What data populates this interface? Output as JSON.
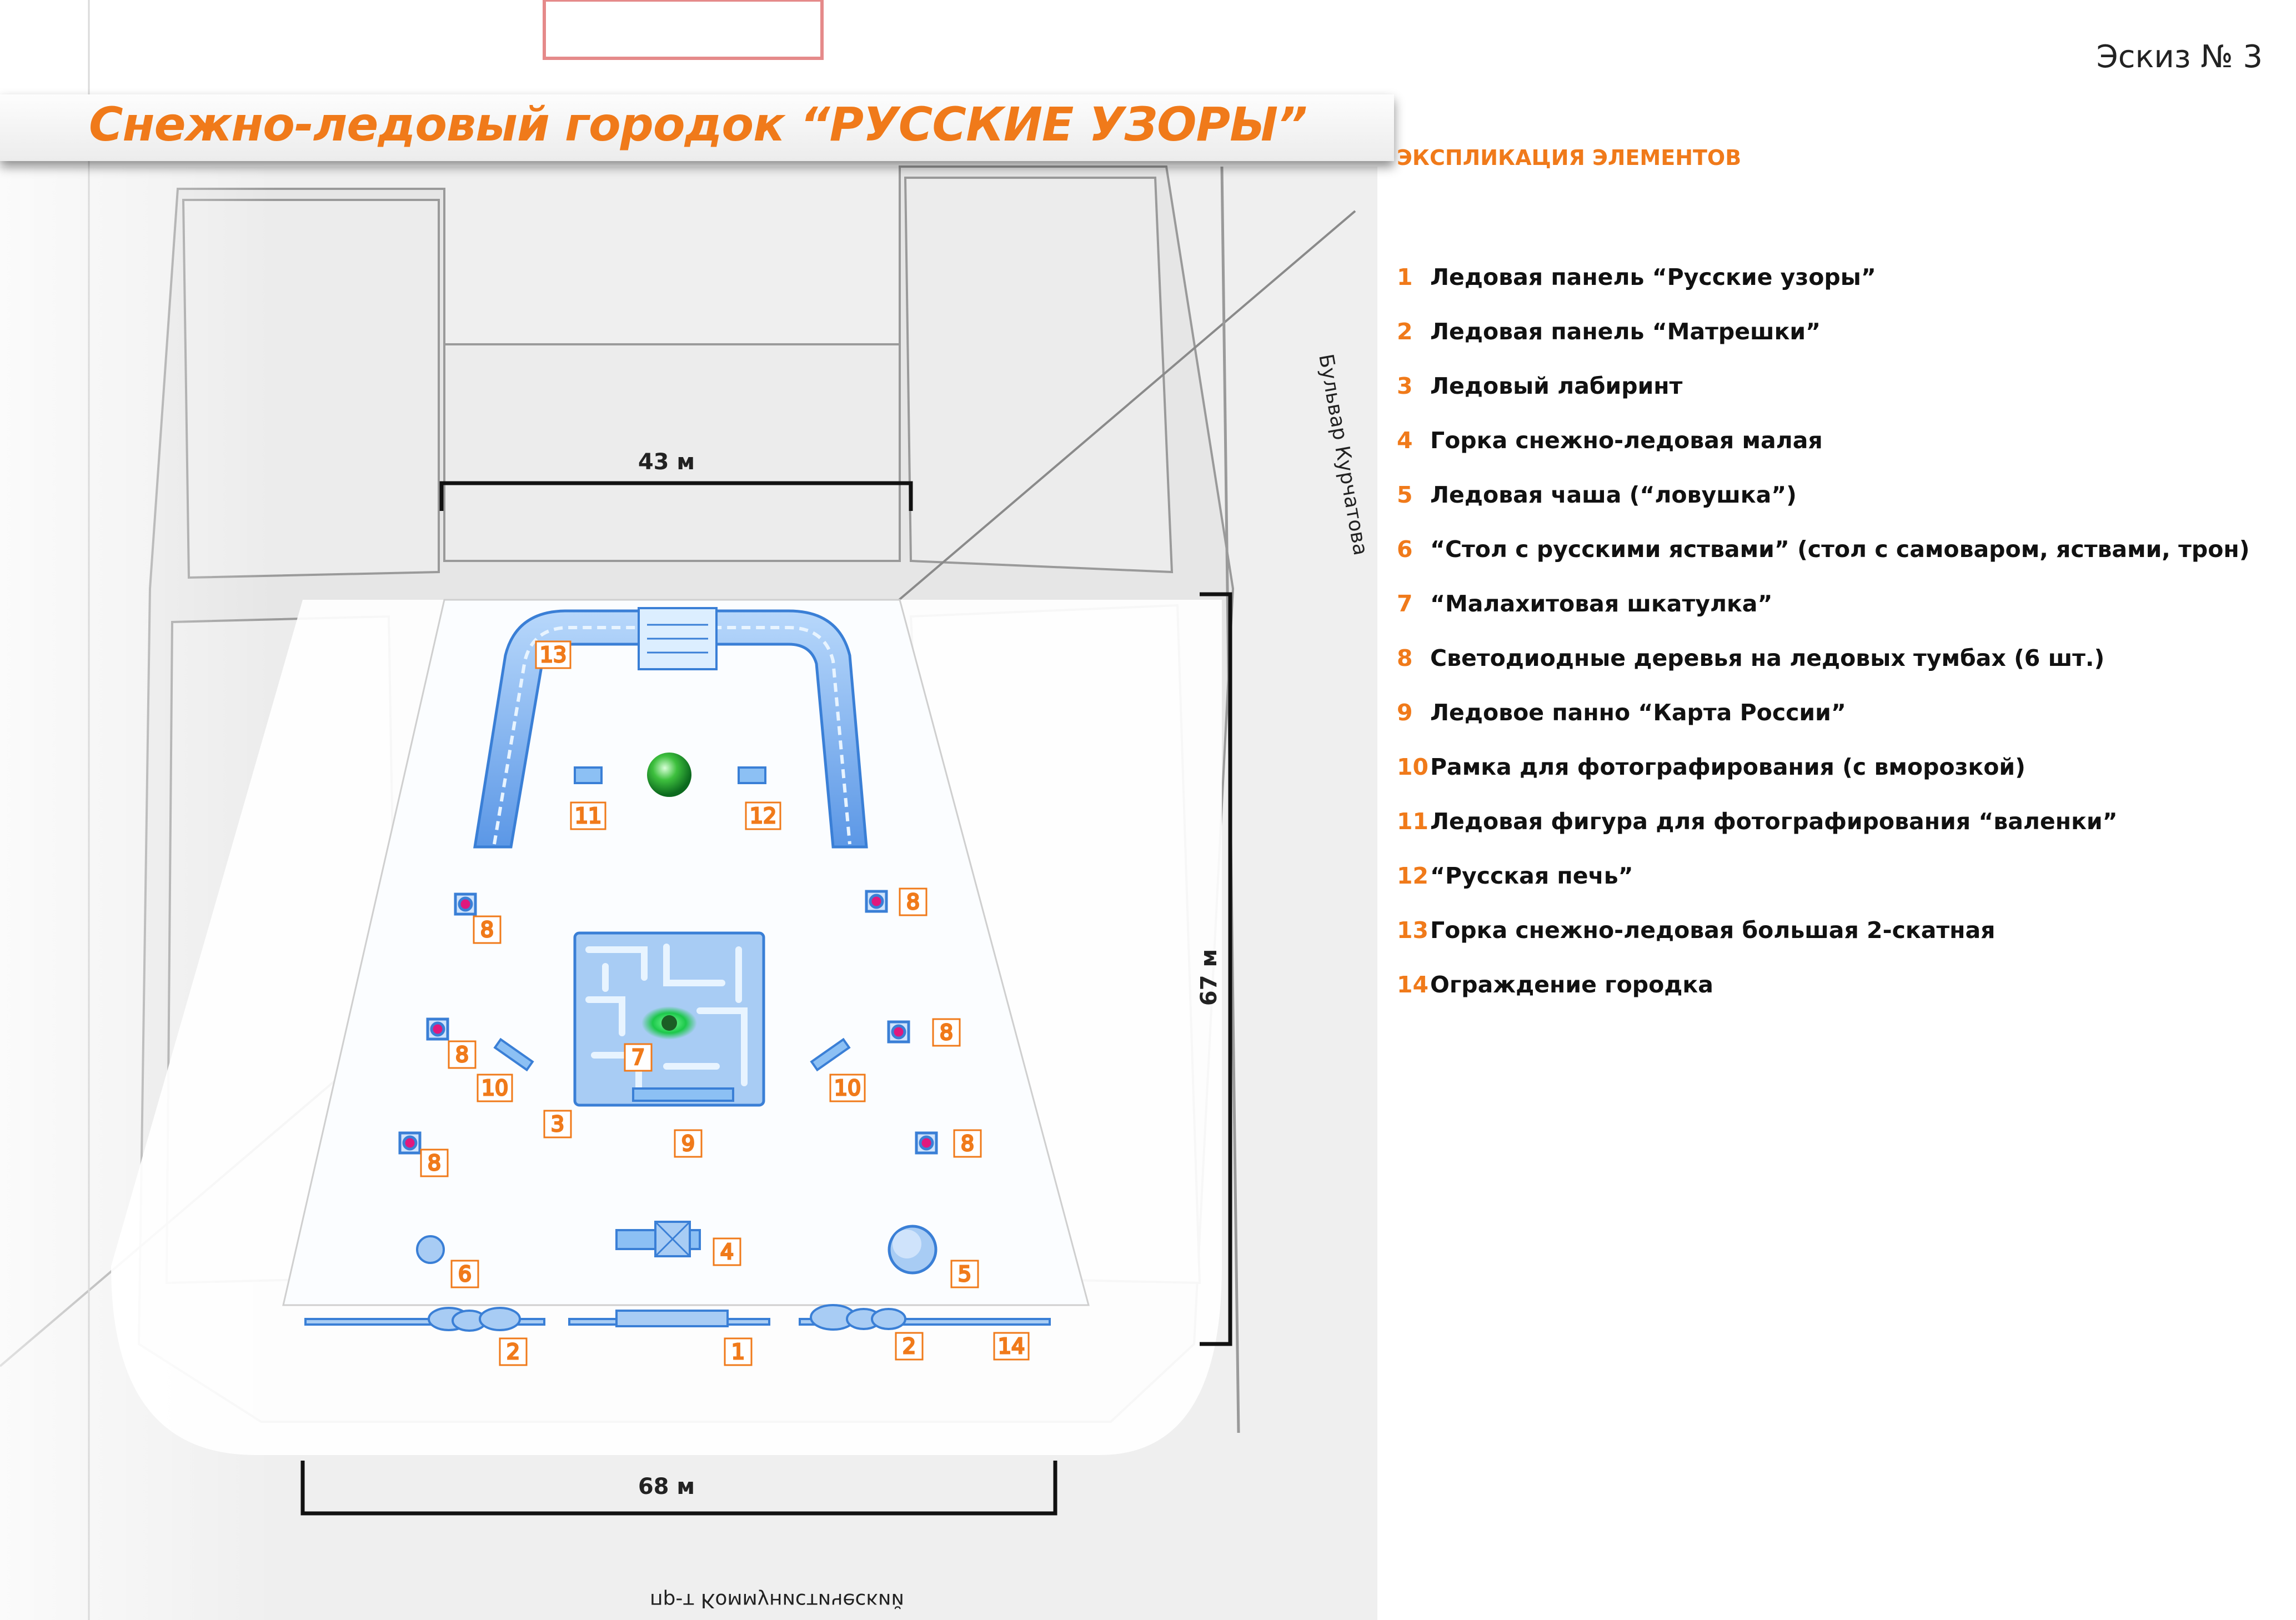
{
  "sketch_label": "Эскиз № 3",
  "title": "Снежно-ледовый городок “РУССКИЕ УЗОРЫ”",
  "legend": {
    "heading": "ЭКСПЛИКАЦИЯ ЭЛЕМЕНТОВ",
    "items": [
      {
        "num": "1",
        "text": "Ледовая панель “Русские узоры”"
      },
      {
        "num": "2",
        "text": "Ледовая панель “Матрешки”"
      },
      {
        "num": "3",
        "text": "Ледовый лабиринт"
      },
      {
        "num": "4",
        "text": "Горка снежно-ледовая малая"
      },
      {
        "num": "5",
        "text": "Ледовая чаша (“ловушка”)"
      },
      {
        "num": "6",
        "text": "“Стол с русскими яствами” (стол с самоваром, яствами, трон)"
      },
      {
        "num": "7",
        "text": "“Малахитовая шкатулка”"
      },
      {
        "num": "8",
        "text": "Светодиодные деревья на ледовых тумбах (6 шт.)"
      },
      {
        "num": "9",
        "text": "Ледовое панно “Карта России”"
      },
      {
        "num": "10",
        "text": "Рамка для фотографирования (с вморозкой)"
      },
      {
        "num": "11",
        "text": "Ледовая фигура для фотографирования “валенки”"
      },
      {
        "num": "12",
        "text": "“Русская печь”"
      },
      {
        "num": "13",
        "text": "Горка снежно-ледовая большая 2-скатная"
      },
      {
        "num": "14",
        "text": "Ограждение городка"
      }
    ]
  },
  "dimensions": {
    "top_width": "43 м",
    "bottom_width": "68 м",
    "side_length": "67 м"
  },
  "street_labels": {
    "right": "Бульвар Курчатова",
    "bottom": "пр-т Коммунистический"
  },
  "markers": {
    "m1": "1",
    "m2a": "2",
    "m2b": "2",
    "m3": "3",
    "m4": "4",
    "m5": "5",
    "m6": "6",
    "m7": "7",
    "m8a": "8",
    "m8b": "8",
    "m8c": "8",
    "m8d": "8",
    "m8e": "8",
    "m8f": "8",
    "m9": "9",
    "m10a": "10",
    "m10b": "10",
    "m11": "11",
    "m12": "12",
    "m13": "13",
    "m14": "14"
  },
  "colors": {
    "accent": "#f07a1a",
    "ice": "#7ab4ee",
    "ice_dark": "#3a7fd6",
    "led": "#e0197d",
    "malachite": "#2fb84a"
  }
}
